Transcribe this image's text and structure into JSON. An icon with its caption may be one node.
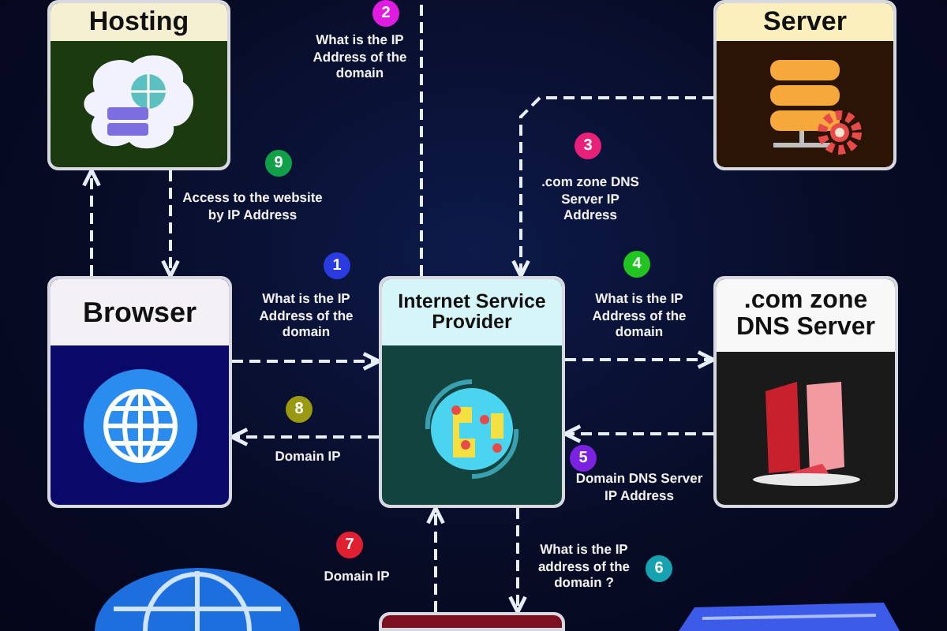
{
  "diagram": {
    "nodes": [
      {
        "text": [
          "Hosting"
        ]
      },
      {
        "text": [
          "Server"
        ]
      },
      {
        "text": [
          "Browser"
        ]
      },
      {
        "text": [
          "Internet Service Provider"
        ]
      },
      {
        "text": [
          ".com zone DNS Server"
        ]
      },
      {
        "text": [],
        "shape": "box"
      }
    ],
    "edges": [
      {
        "from": 0,
        "to": 2,
        "arrow": "to",
        "style": "dashed",
        "label": "Access to the website by IP Address"
      },
      {
        "from": 2,
        "to": 0,
        "arrow": "to",
        "style": "dashed"
      },
      {
        "from": 3,
        "to": null,
        "arrow": "none",
        "style": "dashed",
        "label": "What is the IP Address of the domain"
      },
      {
        "from": 1,
        "to": 3,
        "arrow": "to",
        "style": "dashed",
        "label": ".com zone DNS Server IP Address"
      },
      {
        "from": 2,
        "to": 3,
        "arrow": "to",
        "style": "dashed",
        "label": "What is the IP Address of the domain"
      },
      {
        "from": 3,
        "to": 2,
        "arrow": "to",
        "style": "dashed",
        "label": "Domain IP"
      },
      {
        "from": 3,
        "to": 4,
        "arrow": "to",
        "style": "dashed",
        "label": "What is the IP Address of the domain"
      },
      {
        "from": 4,
        "to": 3,
        "arrow": "to",
        "style": "dashed",
        "label": "Domain DNS Server IP Address"
      },
      {
        "from": 3,
        "to": 5,
        "arrow": "to",
        "style": "dashed",
        "label": "What is the IP address of the domain ?"
      },
      {
        "from": 5,
        "to": 3,
        "arrow": "to",
        "style": "dashed",
        "label": "Domain IP"
      }
    ],
    "labels": [
      "2",
      "9",
      "3",
      "1",
      "4",
      "8",
      "5",
      "7",
      "6"
    ]
  }
}
